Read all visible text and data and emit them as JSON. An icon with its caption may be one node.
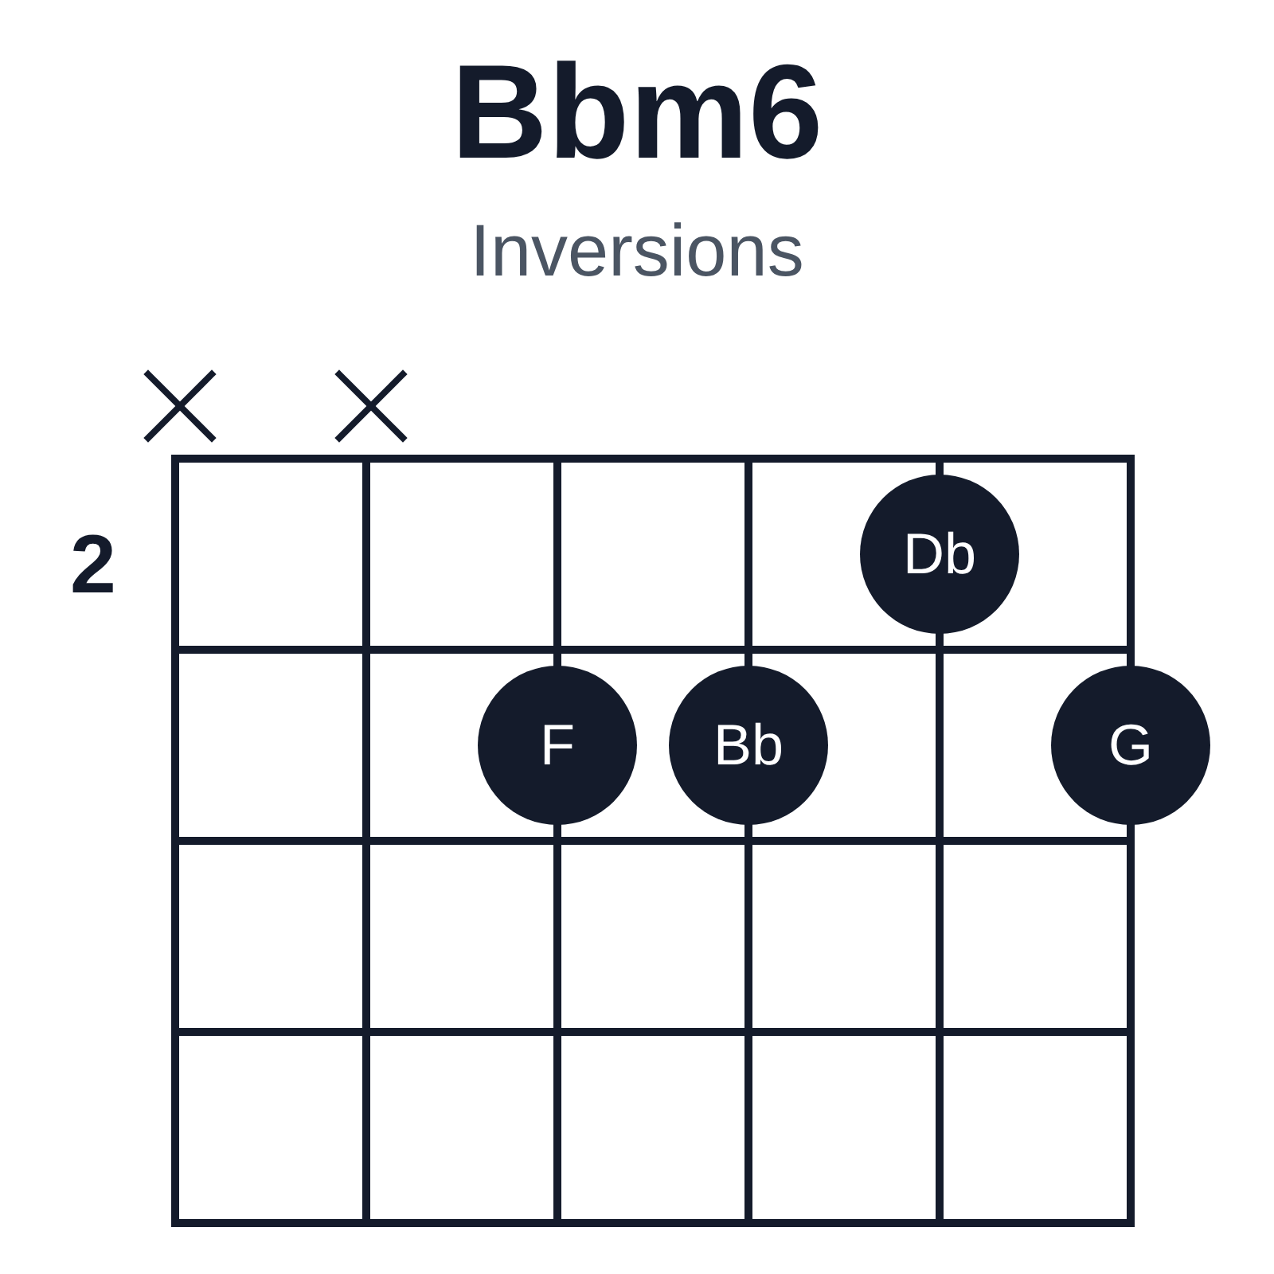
{
  "diagram": {
    "title": "Bbm6",
    "nodes": [
      {
        "text": [
          "Db"
        ]
      },
      {
        "text": [
          "F"
        ]
      },
      {
        "text": [
          "Bb"
        ]
      },
      {
        "text": [
          "G"
        ]
      }
    ],
    "labels": [
      "Inversions",
      "2"
    ]
  }
}
